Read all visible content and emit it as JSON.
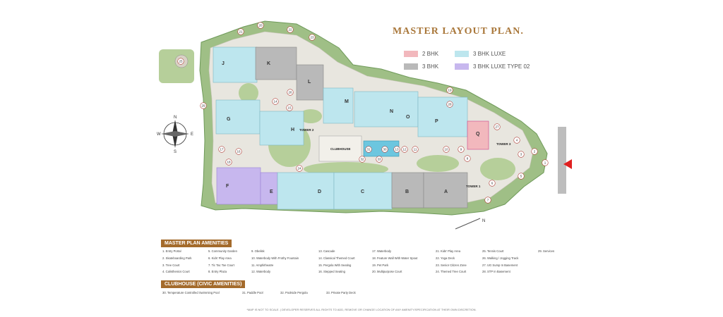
{
  "header": {
    "title": "MASTER LAYOUT PLAN."
  },
  "legend": [
    {
      "label": "2 BHK",
      "color": "#f2b8bd"
    },
    {
      "label": "3 BHK LUXE",
      "color": "#bde6ee"
    },
    {
      "label": "3 BHK",
      "color": "#b9b9b9"
    },
    {
      "label": "3 BHK LUXE TYPE 02",
      "color": "#c7b7ee"
    }
  ],
  "map": {
    "towers": [
      "J",
      "K",
      "L",
      "M",
      "N",
      "G",
      "H",
      "O",
      "P",
      "Q",
      "F",
      "E",
      "D",
      "C",
      "B",
      "A"
    ],
    "tower_labels": [
      "TOWER 1",
      "TOWER 2",
      "TOWER 3"
    ],
    "clubhouse_label": "CLUBHOUSE",
    "compass_letters": [
      "N",
      "E",
      "S",
      "W"
    ],
    "north_letter": "N",
    "markers": [
      "1",
      "2",
      "3",
      "4",
      "5",
      "6",
      "7",
      "8",
      "9",
      "10",
      "11",
      "12",
      "13",
      "14",
      "15",
      "16",
      "17",
      "18",
      "19",
      "20",
      "21",
      "22",
      "23",
      "24",
      "25",
      "26",
      "27",
      "28",
      "29",
      "30",
      "31",
      "32",
      "33"
    ]
  },
  "amenities": {
    "heading": "MASTER PLAN AMENITIES",
    "items": [
      "1. Entry Portal",
      "2. Skateboarding Park",
      "3. Tree Court",
      "4. Calisthenics Court",
      "5. Community Garden",
      "6. Kids' Play Area",
      "7. Tic Tac Toe Court",
      "8. Entry Plaza",
      "9. Obelisk",
      "10. Waterbody With Frothy Fountain",
      "11. Amphitheatre",
      "12. Waterbody",
      "13. Cascade",
      "14. Classical Themed Court",
      "15. Pergola With Seating",
      "16. Stepped Seating",
      "17. Waterbody",
      "18. Feature Wall With Water Spout",
      "19. Pet Park",
      "20. Multipurpose Court",
      "21. Kids' Play Area",
      "22. Yoga Deck",
      "23. Senior Citizen Zone",
      "24. Themed Tree Court",
      "25. Tennis Court",
      "26. Walking / Jogging Track",
      "27. UG Sump In Basement",
      "28. STP In Basement",
      "29. Services"
    ]
  },
  "clubhouse": {
    "heading": "CLUBHOUSE (CIVIC AMENITIES)",
    "items": [
      "30. Temperature Controlled Swimming Pool",
      "31. Paddle Pool",
      "32. Poolside Pergola",
      "33. Private Party Deck"
    ]
  },
  "footnote": "*MAP IS NOT TO SCALE.   |   DEVELOPER RESERVES ALL RIGHTS TO ADD, REMOVE OR CHANGE LOCATION OF ANY AMENITY/SPECIFICATION AT THEIR OWN DISCRETION."
}
